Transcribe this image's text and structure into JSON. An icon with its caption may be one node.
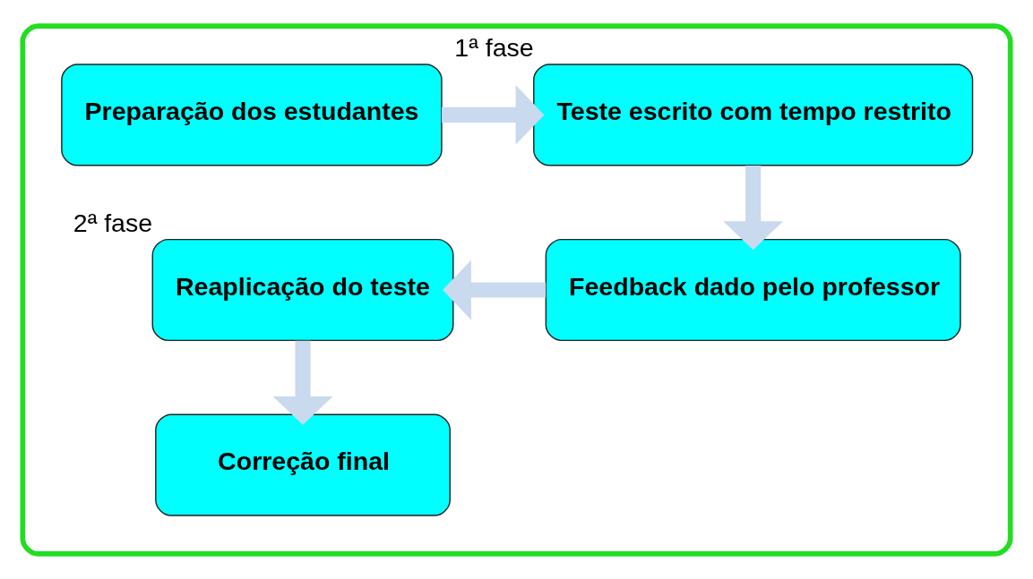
{
  "diagram": {
    "nodes": [
      {
        "text": [],
        "shape": "box"
      },
      {
        "text": [
          "Preparação dos estudantes"
        ],
        "in": 0
      },
      {
        "text": [
          "Teste escrito com tempo restrito"
        ],
        "in": 0,
        "beside": [
          "1ª fase"
        ]
      },
      {
        "text": [
          "Feedback dado pelo professor"
        ],
        "in": 0
      },
      {
        "text": [
          "Reaplicação do teste"
        ],
        "in": 0,
        "beside": [
          "2ª fase"
        ]
      },
      {
        "text": [
          "Correção final"
        ],
        "in": 0
      }
    ],
    "edges": [
      {
        "from": 1,
        "to": 2,
        "arrow": "to"
      },
      {
        "from": 2,
        "to": 3,
        "arrow": "to"
      },
      {
        "from": 3,
        "to": 4,
        "arrow": "to"
      },
      {
        "from": 4,
        "to": 5,
        "arrow": "to"
      }
    ]
  }
}
